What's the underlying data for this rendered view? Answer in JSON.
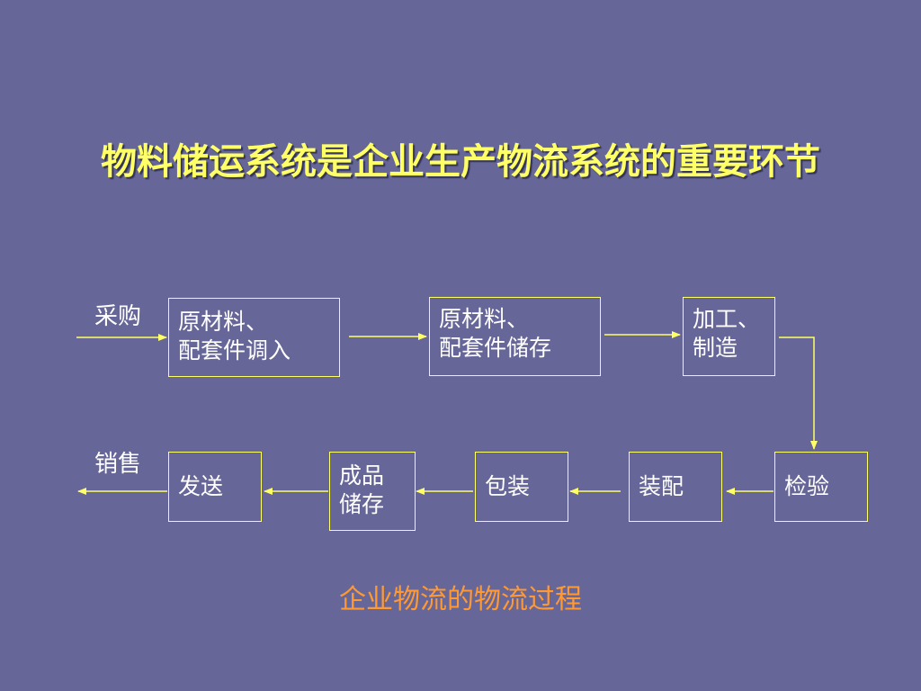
{
  "title": "物料储运系统是企业生产物流系统的重要环节",
  "caption": "企业物流的物流过程",
  "labels": {
    "purchase": "采购",
    "sales": "销售"
  },
  "boxes": {
    "raw_in_line1": "原材料、",
    "raw_in_line2": "配套件调入",
    "raw_store_line1": "原材料、",
    "raw_store_line2": "配套件储存",
    "process_line1": "加工、",
    "process_line2": "制造",
    "inspect": "检验",
    "assemble": "装配",
    "package": "包装",
    "finished_line1": "成品",
    "finished_line2": "储存",
    "ship": "发送"
  },
  "colors": {
    "background": "#666699",
    "title": "#ffff66",
    "caption": "#ff9933",
    "box_border": "#ffff66",
    "arrow": "#ffff66",
    "box_text": "#ffffff"
  }
}
